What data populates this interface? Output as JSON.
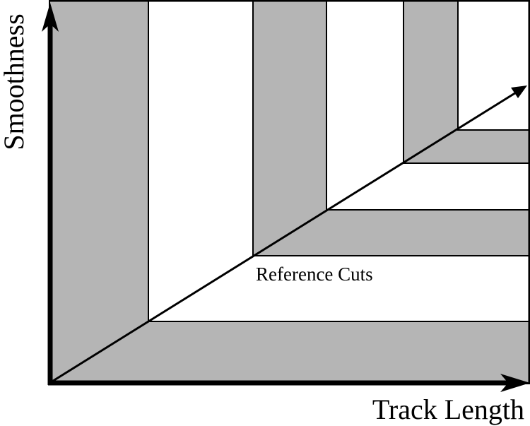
{
  "diagram": {
    "x_axis_label": "Track Length",
    "y_axis_label": "Smoothness",
    "annotation": "Reference Cuts",
    "colors": {
      "band_gray": "#b5b5b5",
      "band_white": "#ffffff",
      "line": "#000000"
    }
  }
}
